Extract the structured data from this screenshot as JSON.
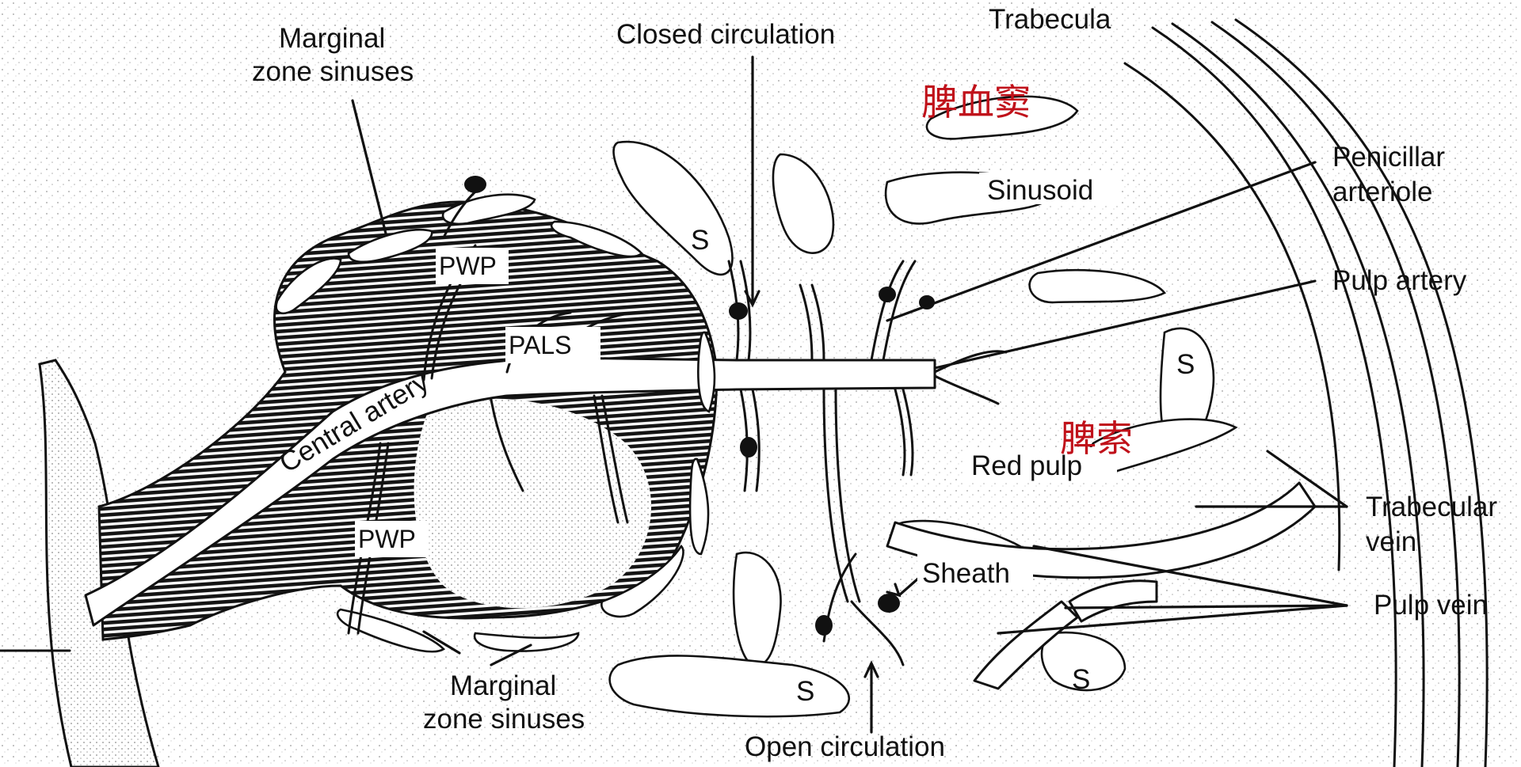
{
  "labels": {
    "marginal_zone_sinuses_top_line1": "Marginal",
    "marginal_zone_sinuses_top_line2": "zone sinuses",
    "closed_circulation": "Closed circulation",
    "trabecula": "Trabecula",
    "splenic_sinus_cn": "脾血窦",
    "sinusoid": "Sinusoid",
    "penicillar_line1": "Penicillar",
    "penicillar_line2": "arteriole",
    "pulp_artery": "Pulp artery",
    "s": "S",
    "pwp": "PWP",
    "pals": "PALS",
    "central_artery": "Central artery",
    "splenic_cord_cn": "脾索",
    "red_pulp": "Red pulp",
    "trabecular_line1": "Trabecular",
    "trabecular_line2": "vein",
    "sheath": "Sheath",
    "pulp_vein": "Pulp vein",
    "marginal_zone_sinuses_bottom_line1": "Marginal",
    "marginal_zone_sinuses_bottom_line2": "zone sinuses",
    "open_circulation": "Open circulation"
  },
  "colors": {
    "ink": "#111111",
    "annotation_red": "#c0111a",
    "background": "#ffffff"
  }
}
